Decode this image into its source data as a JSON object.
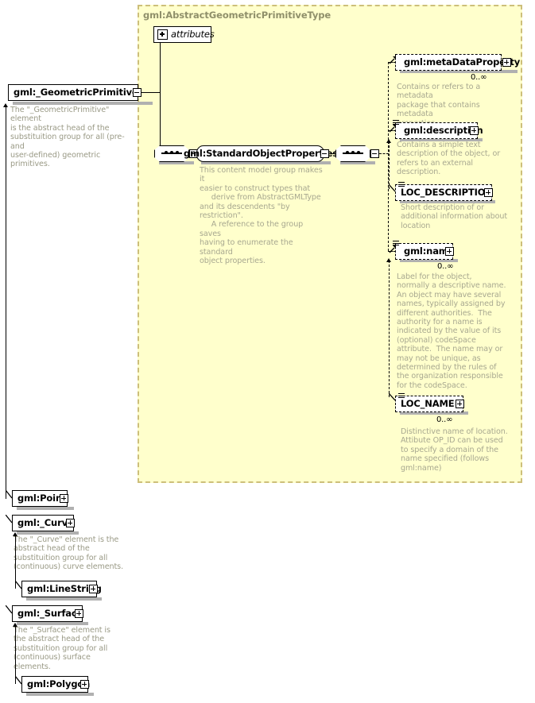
{
  "diagram": {
    "kind": "xml-schema-element-diagram",
    "colors": {
      "panel_background": "#ffffcc",
      "panel_border": "#cdbf7a",
      "panel_title_text": "#8f8f6a",
      "documentation_text": "#9a9a86",
      "box_border": "#000000",
      "box_fill": "#ffffff",
      "box_shadow": "#b0b0b0"
    }
  },
  "root_element": {
    "name": "gml:_GeometricPrimitive",
    "expander": "minus",
    "documentation": "The \"_GeometricPrimitive\" element\nis the abstract head of the\nsubstituition group for all (pre- and\nuser-defined) geometric primitives."
  },
  "complex_type": {
    "title": "gml:AbstractGeometricPrimitiveType",
    "attributes_node": {
      "label": "attributes",
      "expander": "plus"
    },
    "group_ref": {
      "name": "gml:StandardObjectProperties",
      "expander": "minus",
      "documentation": "This content model group makes it\neasier to construct types that\n     derive from AbstractGMLType\nand its descendents \"by restriction\".\n     A reference to the group saves\nhaving to enumerate the standard\nobject properties."
    },
    "compositors": [
      {
        "type": "sequence",
        "name": "outer-sequence"
      },
      {
        "type": "sequence",
        "name": "inner-sequence"
      }
    ],
    "children": [
      {
        "name": "gml:metaDataProperty",
        "expander": "plus",
        "style": "dashed",
        "occurrence": "0..∞",
        "has_substitution_arrow": true,
        "has_annotation_badge": false,
        "documentation": "Contains or refers to a metadata\npackage that contains metadata\nproperties."
      },
      {
        "name": "gml:description",
        "expander": "plus",
        "style": "dashed",
        "occurrence": "",
        "has_substitution_arrow": true,
        "has_annotation_badge": true,
        "documentation": "Contains a simple text\ndescription of the object, or\nrefers to an external\ndescription."
      },
      {
        "name": "LOC_DESCRIPTION",
        "expander": "plus",
        "style": "dashed",
        "occurrence": "",
        "has_substitution_arrow": false,
        "has_annotation_badge": true,
        "is_substitution_child": true,
        "documentation": "Short description of or\nadditional information about\nlocation"
      },
      {
        "name": "gml:name",
        "expander": "plus",
        "style": "dashed",
        "occurrence": "0..∞",
        "has_substitution_arrow": true,
        "has_annotation_badge": true,
        "documentation": "Label for the object,\nnormally a descriptive name.\nAn object may have several\nnames, typically assigned by\ndifferent authorities.  The\nauthority for a name is\nindicated by the value of its\n(optional) codeSpace\nattribute.  The name may or\nmay not be unique, as\ndetermined by the rules of\nthe organization responsible\nfor the codeSpace."
      },
      {
        "name": "LOC_NAME",
        "expander": "plus",
        "style": "dashed",
        "occurrence": "0..∞",
        "has_substitution_arrow": false,
        "has_annotation_badge": true,
        "is_substitution_child": true,
        "documentation": "Distinctive name of location.\nAttibute OP_ID can be used\nto specify a domain of the\nname specified (follows\ngml:name)"
      }
    ]
  },
  "substitution_group_members": [
    {
      "name": "gml:Point",
      "expander": "plus",
      "documentation": "",
      "indent": 0
    },
    {
      "name": "gml:_Curve",
      "expander": "plus",
      "documentation": "The \"_Curve\" element is the\nabstract head of the\nsubstituition group for all\n(continuous) curve elements.",
      "indent": 0
    },
    {
      "name": "gml:LineString",
      "expander": "plus",
      "documentation": "",
      "indent": 1
    },
    {
      "name": "gml:_Surface",
      "expander": "plus",
      "documentation": "The \"_Surface\" element is\nthe abstract head of the\nsubstituition group for all\n(continuous) surface\nelements.",
      "indent": 0
    },
    {
      "name": "gml:Polygon",
      "expander": "plus",
      "documentation": "",
      "indent": 1
    }
  ]
}
